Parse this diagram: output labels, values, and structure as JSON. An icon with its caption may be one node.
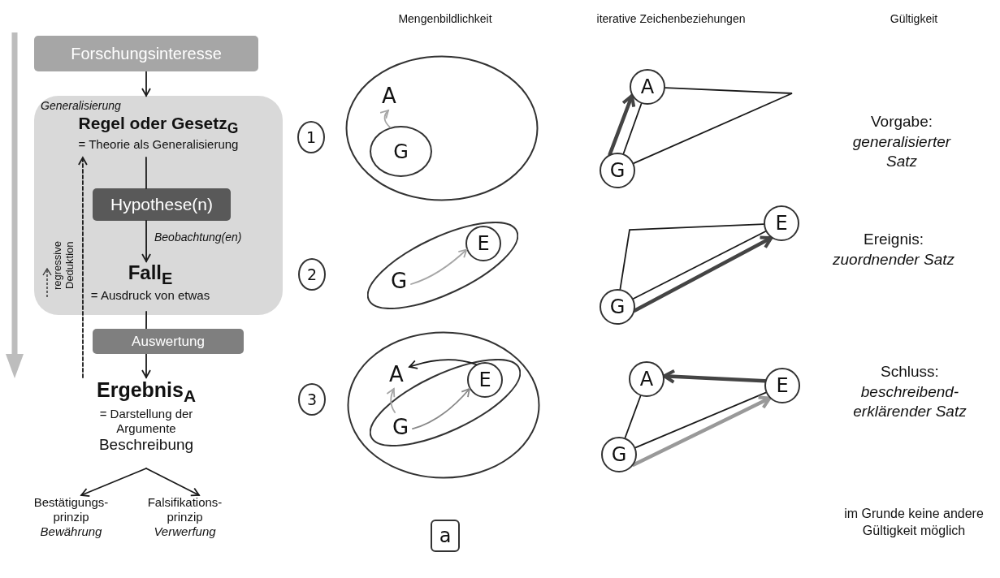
{
  "diagram": {
    "nodes": [
      {
        "text": [
          "Forschungsinteresse"
        ]
      },
      {
        "text": [],
        "shape": "box"
      },
      {
        "text": [
          "Generalisierung",
          "Regel oder Gesetz$_{G}$",
          "= Theorie als Generalisierung"
        ],
        "in": 1
      },
      {
        "text": [
          "Hypothese(n)"
        ],
        "in": 1
      },
      {
        "text": [
          "Fall$_{E}$",
          "= Ausdruck von etwas"
        ],
        "in": 1
      },
      {
        "text": [
          "Auswertung"
        ]
      },
      {
        "text": [
          "Ergebnis$_{A}$",
          "= Darstellung der Argumente",
          "Beschreibung"
        ]
      },
      {
        "text": [
          "Bestätigungs- prinzip",
          "Bewährung"
        ]
      },
      {
        "text": [
          "Falsifikations- prinzip",
          "Verwerfung"
        ]
      },
      {
        "text": [
          "1"
        ]
      },
      {
        "text": [],
        "shape": "ellipse"
      },
      {
        "text": [
          "A"
        ],
        "in": 10
      },
      {
        "text": [
          "G"
        ],
        "in": 10
      },
      {
        "text": [
          "A"
        ]
      },
      {
        "text": [
          "G"
        ]
      },
      {
        "text": [
          "2"
        ]
      },
      {
        "text": [],
        "shape": "ellipse"
      },
      {
        "text": [
          "E"
        ],
        "in": 16
      },
      {
        "text": [
          "G"
        ],
        "in": 16
      },
      {
        "text": [
          "E"
        ]
      },
      {
        "text": [
          "G"
        ]
      },
      {
        "text": [
          "3"
        ]
      },
      {
        "text": [],
        "shape": "ellipse"
      },
      {
        "text": [
          "A"
        ],
        "in": 22
      },
      {
        "text": [],
        "shape": "ellipse",
        "in": 22
      },
      {
        "text": [
          "E"
        ],
        "in": 24
      },
      {
        "text": [
          "G"
        ],
        "in": 24
      },
      {
        "text": [
          "A"
        ]
      },
      {
        "text": [
          "E"
        ]
      },
      {
        "text": [
          "G"
        ]
      },
      {
        "text": [
          "a"
        ]
      }
    ],
    "edges": [
      {
        "from": 0,
        "to": 1,
        "arrow": "to"
      },
      {
        "from": 2,
        "to": 3,
        "arrow": "none"
      },
      {
        "from": 3,
        "to": 4,
        "arrow": "to",
        "label": "Beobachtung(en)"
      },
      {
        "from": 4,
        "to": 5,
        "arrow": "none"
      },
      {
        "from": 5,
        "to": 6,
        "arrow": "to"
      },
      {
        "from": 6,
        "to": 7,
        "arrow": "to"
      },
      {
        "from": 6,
        "to": 8,
        "arrow": "to"
      },
      {
        "from": 6,
        "to": 2,
        "arrow": "to",
        "style": "dashed",
        "label": "regressive Deduktion"
      },
      {
        "from": 12,
        "to": 11,
        "arrow": "to",
        "color": "#a6a6a6"
      },
      {
        "from": 13,
        "to": 14,
        "arrow": "none"
      },
      {
        "from": 13,
        "to": 14,
        "arrow": "none"
      },
      {
        "from": 14,
        "to": 13,
        "arrow": "to",
        "style": "thick",
        "color": "#444444"
      },
      {
        "from": 18,
        "to": 17,
        "arrow": "to",
        "color": "#a6a6a6"
      },
      {
        "from": 20,
        "to": 19,
        "arrow": "none"
      },
      {
        "from": 20,
        "to": 19,
        "arrow": "none"
      },
      {
        "from": 20,
        "to": 19,
        "arrow": "to",
        "style": "thick",
        "color": "#444444"
      },
      {
        "from": 26,
        "to": 23,
        "arrow": "to",
        "color": "#a6a6a6"
      },
      {
        "from": 26,
        "to": 25,
        "arrow": "to",
        "color": "#888888"
      },
      {
        "from": 25,
        "to": 23,
        "arrow": "to"
      },
      {
        "from": 29,
        "to": 27,
        "arrow": "none"
      },
      {
        "from": 29,
        "to": 28,
        "arrow": "none"
      },
      {
        "from": 28,
        "to": 27,
        "arrow": "to",
        "style": "thick",
        "color": "#444444"
      },
      {
        "from": 29,
        "to": 28,
        "arrow": "to",
        "style": "thick",
        "color": "#999999"
      }
    ],
    "labels": [
      "Mengenbildlichkeit",
      "iterative Zeichenbeziehungen",
      "Gültigkeit",
      "Vorgabe: *generalisierter Satz*",
      "Ereignis: *zuordnender Satz*",
      "Schluss: *beschreibend- erklärender Satz*",
      "im Grunde keine andere Gültigkeit möglich"
    ]
  }
}
